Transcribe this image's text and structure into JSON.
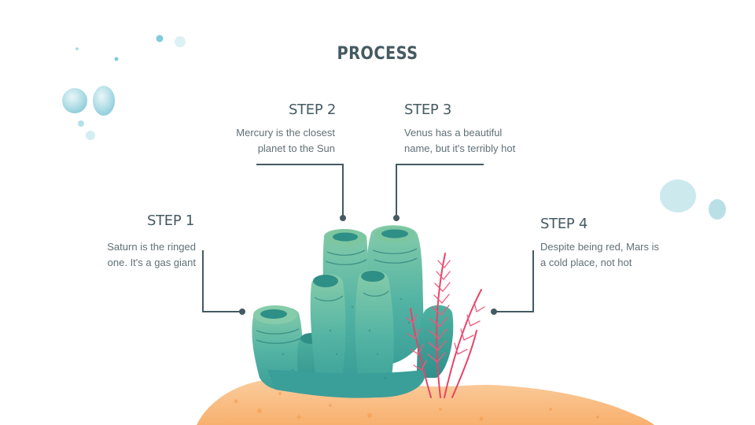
{
  "slide": {
    "title": "PROCESS",
    "steps": [
      {
        "label": "STEP 1",
        "description_line1": "Saturn is the ringed",
        "description_line2": "one. It's a gas giant"
      },
      {
        "label": "STEP 2",
        "description_line1": "Mercury is the closest",
        "description_line2": "planet to the Sun"
      },
      {
        "label": "STEP 3",
        "description_line1": "Venus has a beautiful",
        "description_line2": "name, but it's terribly hot"
      },
      {
        "label": "STEP 4",
        "description_line1": "Despite being red, Mars is",
        "description_line2": "a cold place, not hot"
      }
    ],
    "colors": {
      "text_dark": "#455a62",
      "text_body": "#607078",
      "connector": "#455a62",
      "coral_teal": "#3aa69a",
      "coral_green": "#7cc6a0",
      "seaweed_red": "#e8436a",
      "sand": "#f9b97a",
      "bubble": "#9fd6e0"
    },
    "illustration": {
      "subject": "sea-sponge-coral-on-sand",
      "decor": "watercolor-bubbles"
    }
  }
}
